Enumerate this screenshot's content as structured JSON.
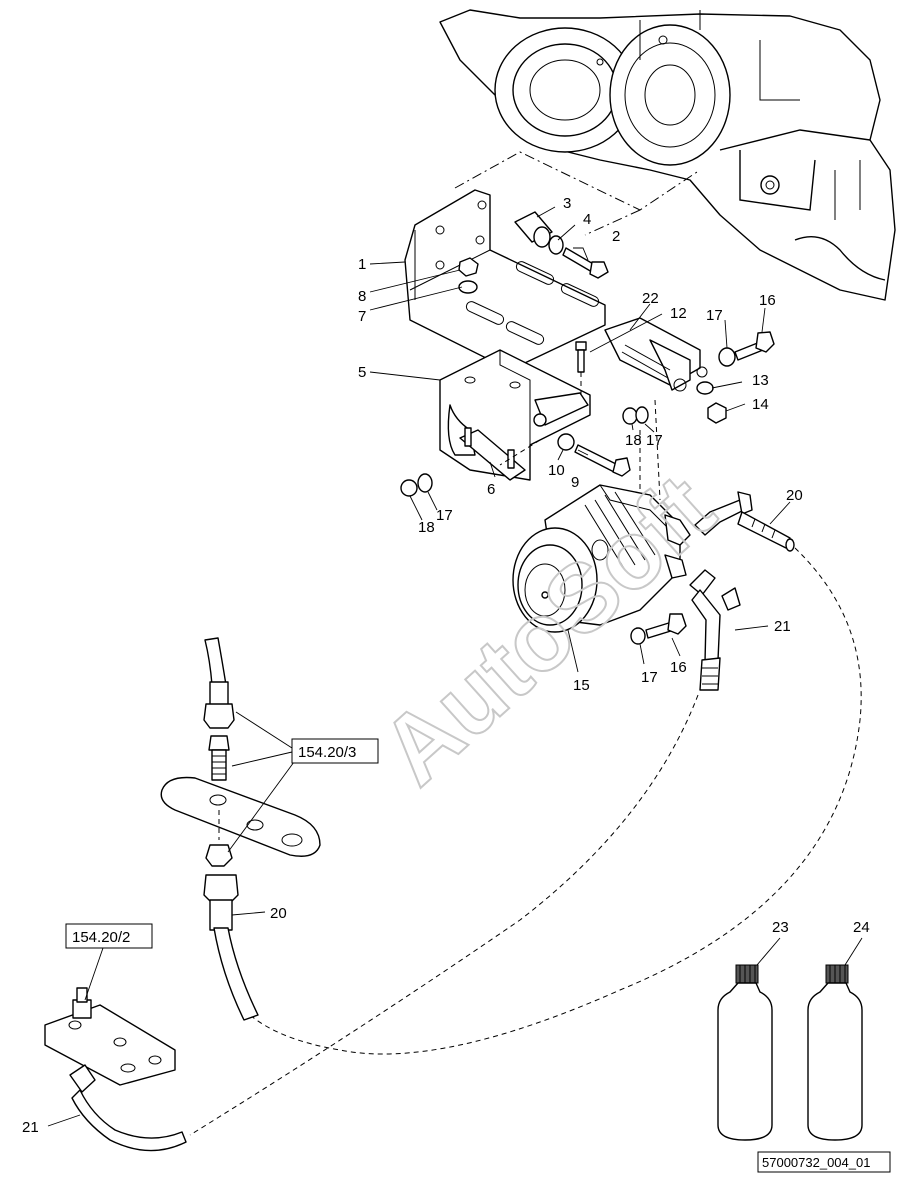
{
  "drawing": {
    "watermark": "AutoSoft",
    "drawing_number": "57000732_004_01"
  },
  "references": {
    "ref_a": "154.20/3",
    "ref_b": "154.20/2"
  },
  "callouts": {
    "c1": "1",
    "c2": "2",
    "c3": "3",
    "c4": "4",
    "c5": "5",
    "c6": "6",
    "c7": "7",
    "c8": "8",
    "c9": "9",
    "c10": "10",
    "c12": "12",
    "c13": "13",
    "c14": "14",
    "c15": "15",
    "c16a": "16",
    "c16b": "16",
    "c17a": "17",
    "c17b": "17",
    "c17c": "17",
    "c17d": "17",
    "c18a": "18",
    "c18b": "18",
    "c20a": "20",
    "c20b": "20",
    "c21a": "21",
    "c21b": "21",
    "c22": "22",
    "c23": "23",
    "c24": "24"
  }
}
